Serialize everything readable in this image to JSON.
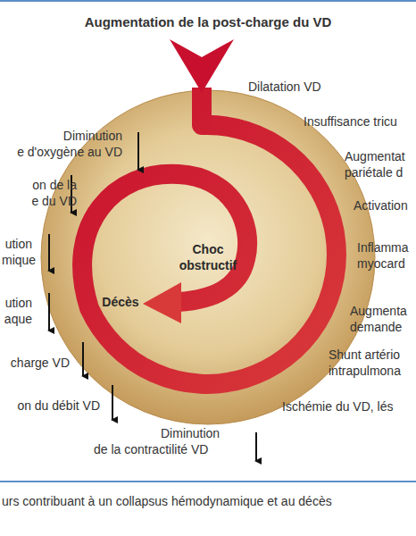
{
  "diagram": {
    "title": "Augmentation de la post-charge du VD",
    "caption": "urs contribuant à un collapsus hémodynamique et au décès",
    "nodes": [
      {
        "text": [
          "Choc obstructif",
          "Décès"
        ]
      }
    ],
    "labels": [
      "Dilatation VD",
      "Insuffisance tricu",
      "Augmentat",
      "pariétale d",
      "Activation",
      "Inflamma",
      "myocard",
      "Augmenta",
      "demande",
      "Shunt artério",
      "intrapulmona",
      "Ischémie du VD, lés",
      "Diminution",
      "e d'oxygène au VD",
      "on de la",
      "e du VD",
      "ution",
      "mique",
      "ution",
      "aque",
      "charge VD",
      "on du débit VD",
      "Diminution",
      "de la contractilité VD"
    ]
  }
}
